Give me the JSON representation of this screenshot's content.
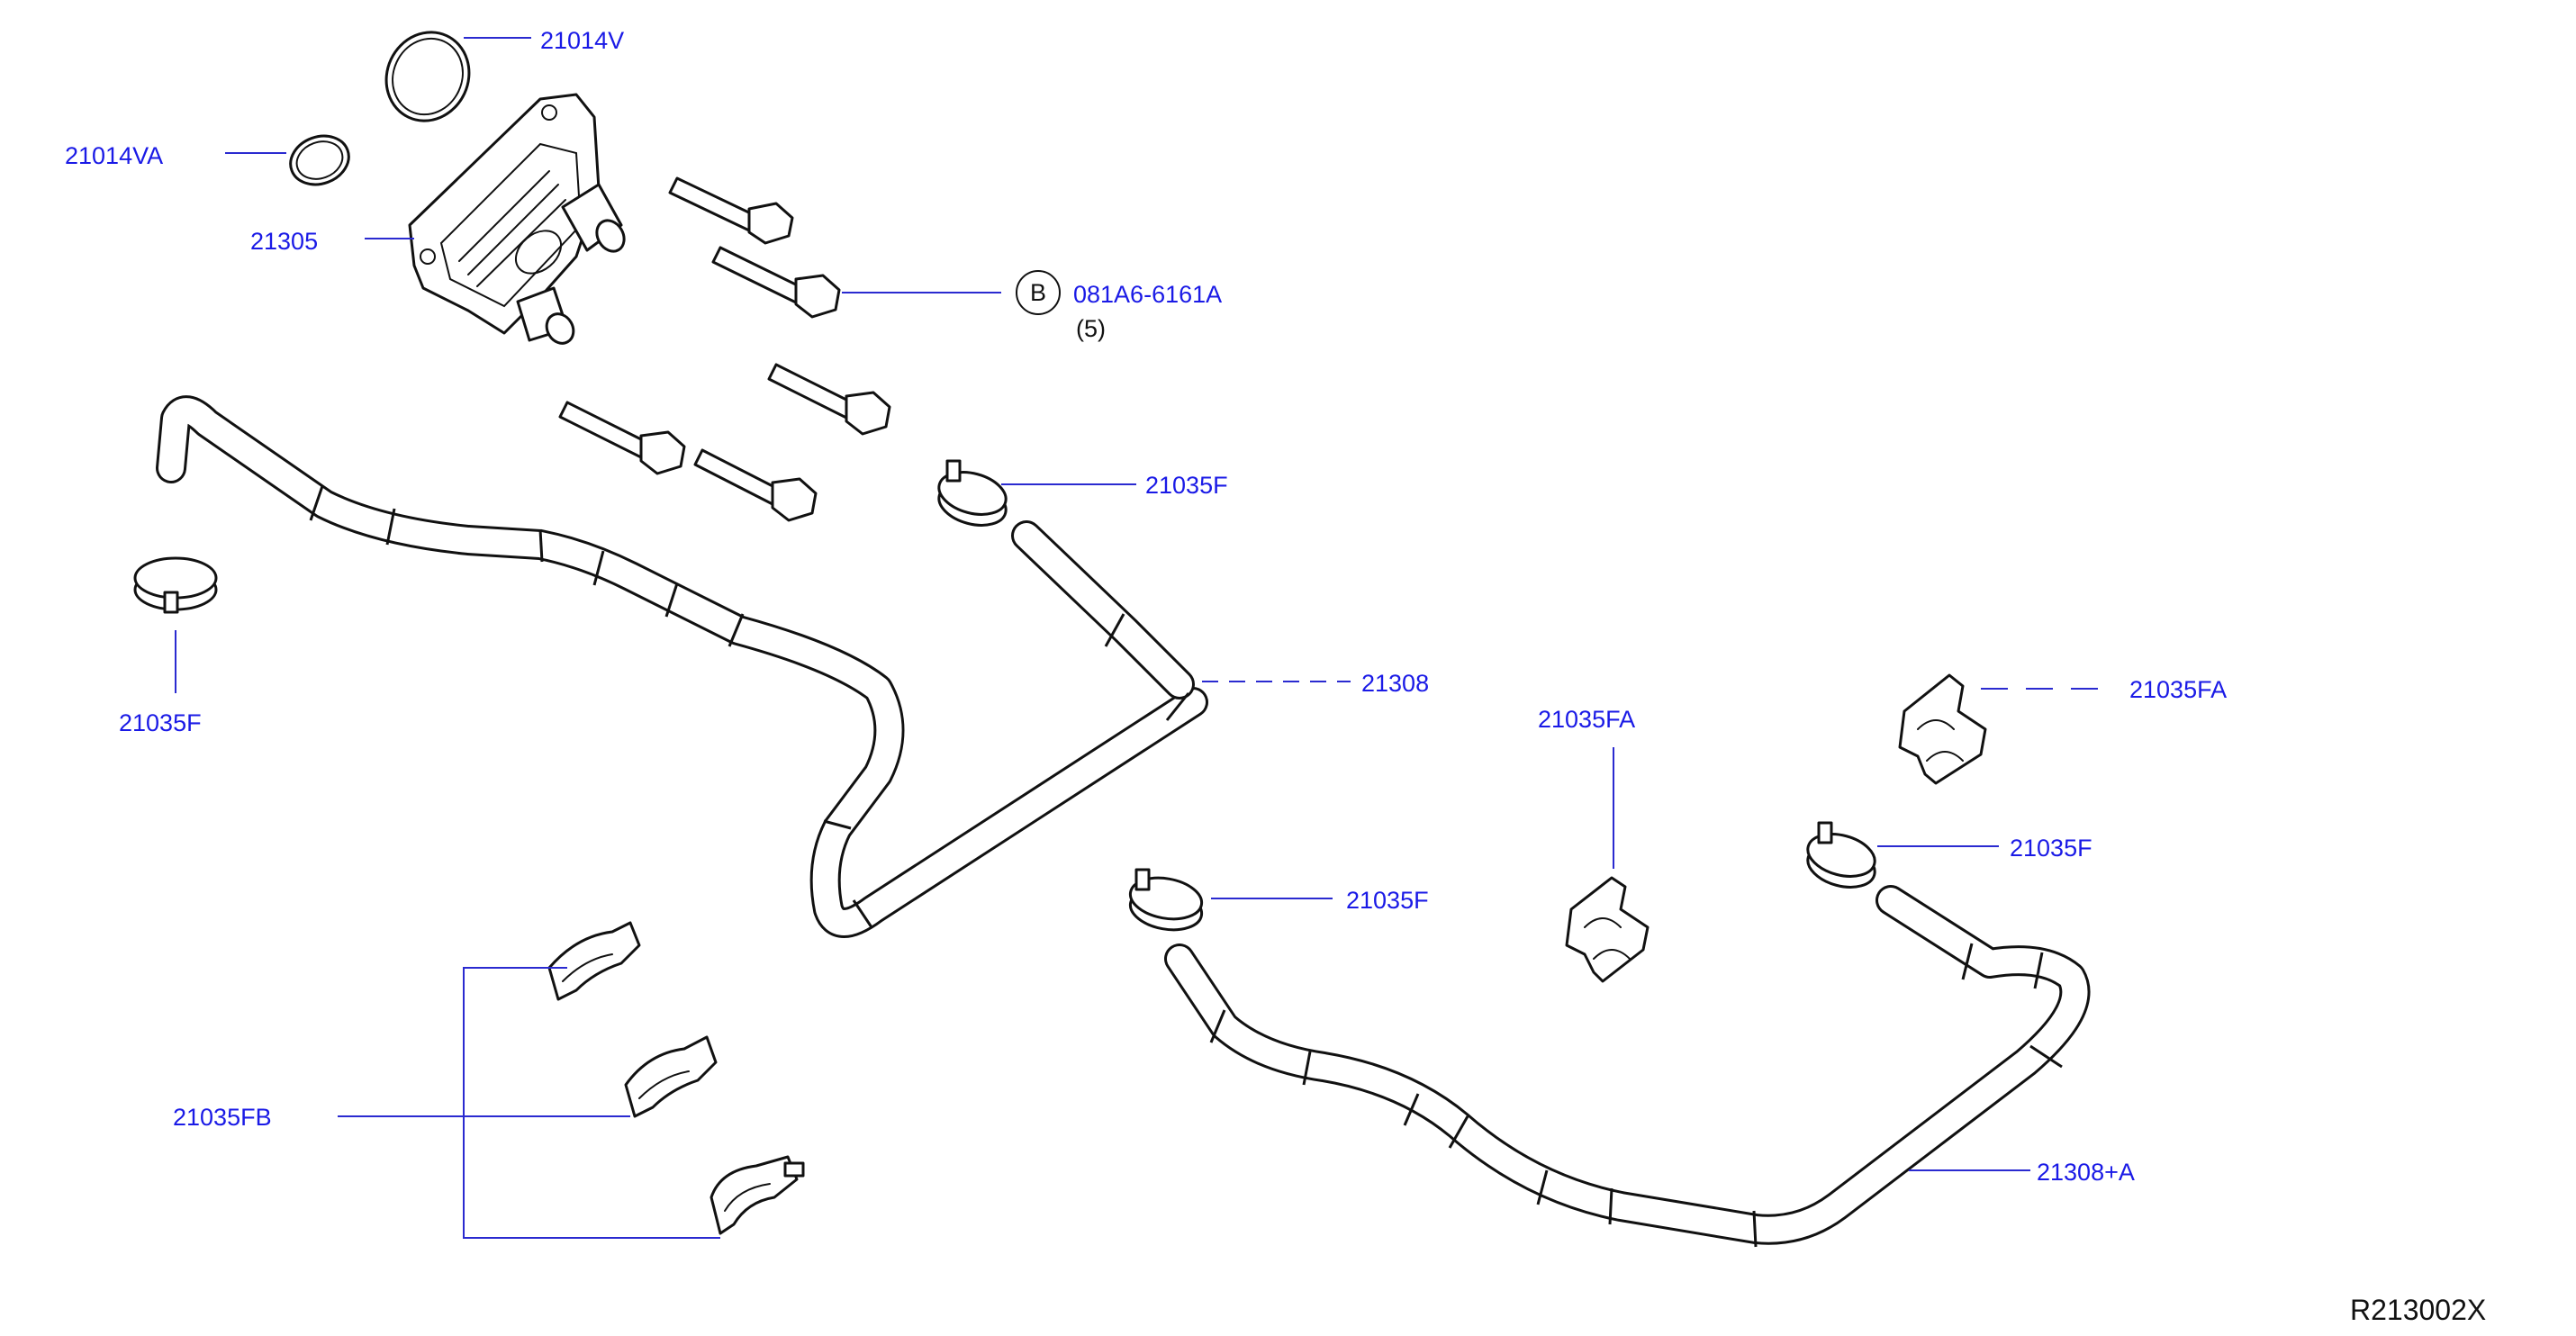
{
  "diagram_id": "R213002X",
  "bolt_symbol": "B",
  "labels": {
    "oring_large": "21014V",
    "oring_small": "21014VA",
    "oil_cooler": "21305",
    "bolt": "081A6-6161A",
    "bolt_qty": "(5)",
    "clamp_top_right": "21035F",
    "clamp_left": "21035F",
    "hose_upper": "21308",
    "clip_center": "21035FA",
    "clip_right": "21035FA",
    "clamp_mid": "21035F",
    "clamp_right_lower": "21035F",
    "clips_group": "21035FB",
    "hose_lower": "21308+A"
  },
  "colors": {
    "label_blue": "#1a1ae6",
    "leader_blue": "#2a2ad0",
    "line_black": "#111111",
    "background": "#ffffff"
  }
}
